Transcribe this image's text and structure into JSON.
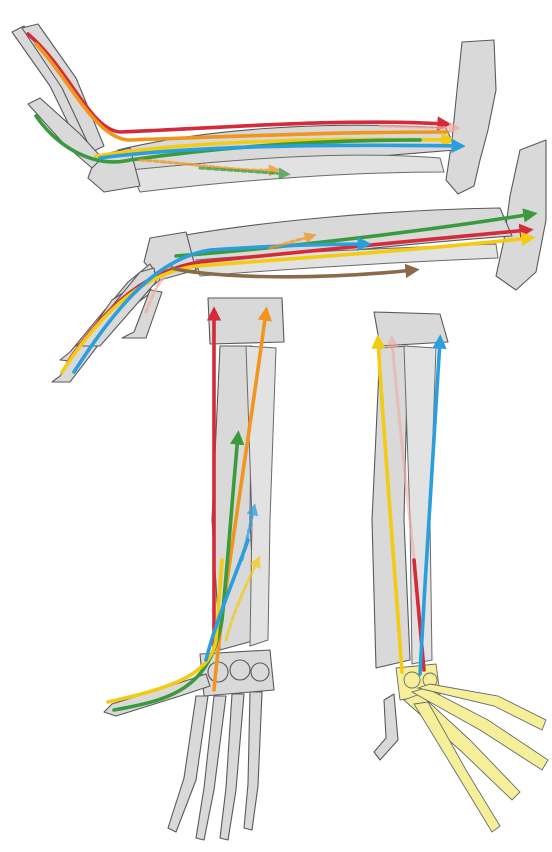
{
  "colors": {
    "red": "#d42b3a",
    "orange": "#f0961e",
    "yellow": "#f2cb12",
    "green": "#3a9a3c",
    "blue": "#2a9fdc",
    "pink": "#f1a9a0",
    "brown": "#8a6a48",
    "bone_fill": "#d9d9d9",
    "bone_outline": "#5a5a5a",
    "carpal_highlight": "#f6ef9a"
  },
  "icons": [
    "forelimb-lateral-view-illustration",
    "forelimb-medial-view-illustration",
    "forearm-dorsal-view-illustration",
    "forearm-palmar-view-illustration"
  ]
}
